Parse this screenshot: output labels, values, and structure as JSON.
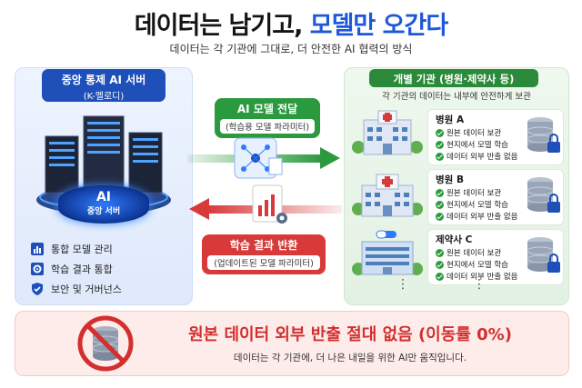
{
  "header": {
    "title_part1": "데이터는 남기고,",
    "title_part2": "모델만 오간다",
    "subtitle": "데이터는 각 기관에 그대로, 더 안전한 AI 협력의 방식"
  },
  "central_server": {
    "title": "중앙 통제 AI 서버",
    "subtitle": "(K-멜로디)",
    "badge_main": "AI",
    "badge_sub": "중앙 서버",
    "features": [
      {
        "icon": "bar-chart-icon",
        "label": "통합 모델 관리"
      },
      {
        "icon": "gear-icon",
        "label": "학습 결과 통합"
      },
      {
        "icon": "shield-check-icon",
        "label": "보안 및 거버넌스"
      }
    ]
  },
  "flows": {
    "forward": {
      "title": "AI 모델 전달",
      "subtitle": "(학습용 모델 파라미터)"
    },
    "backward": {
      "title": "학습 결과 반환",
      "subtitle": "(업데이트된 모델 파라미터)"
    }
  },
  "institutions": {
    "title": "개별 기관 (병원·제약사 등)",
    "subtitle": "각 기관의 데이터는 내부에 안전하게 보관",
    "items": [
      {
        "name": "병원 A",
        "checks": [
          "원본 데이터 보관",
          "현지에서 모델 학습",
          "데이터 외부 반출 없음"
        ]
      },
      {
        "name": "병원 B",
        "checks": [
          "원본 데이터 보관",
          "현지에서 모델 학습",
          "데이터 외부 반출 없음"
        ]
      },
      {
        "name": "제약사 C",
        "checks": [
          "원본 데이터 보관",
          "현지에서 모델 학습",
          "데이터 외부 반출 없음"
        ]
      }
    ],
    "more": "⋮"
  },
  "footer": {
    "title": "원본 데이터 외부 반출 절대 없음 (이동률 0%)",
    "subtitle": "데이터는 각 기관에, 더 나은 내일을 위한 AI만 움직입니다."
  },
  "colors": {
    "accent_blue": "#1e57d9",
    "forward_green": "#2b9a3f",
    "backward_red": "#d83a3a"
  }
}
